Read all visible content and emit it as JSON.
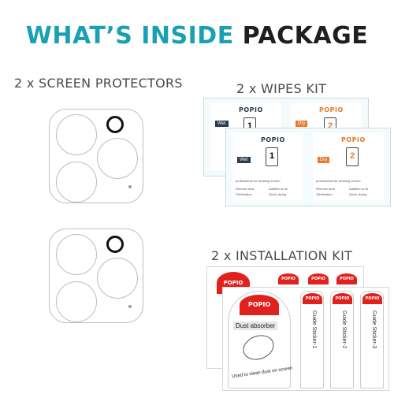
{
  "headline": {
    "part1": "WHAT’S INSIDE",
    "part2": "PACKAGE"
  },
  "sections": {
    "screen_protectors": "2 x SCREEN PROTECTORS",
    "wipes_kit": "2 x WIPES KIT",
    "installation_kit": "2 x INSTALLATION KIT"
  },
  "wipes": {
    "brand": "POPIO",
    "wet_label": "Wet",
    "dry_label": "Dry",
    "step1": "1",
    "step2": "2",
    "caption": "professional for cleaning screen",
    "bullets": [
      "Remove dust",
      "Sterilization",
      "Addition to oil",
      "Quick drying"
    ]
  },
  "installation": {
    "brand": "POPIO",
    "dust_absorber": "Dust absorber",
    "dust_caption": "Used to clean dust on screen",
    "guide1": "Guide Sticker-1",
    "guide2": "Guide Sticker-2",
    "guide3": "Guide Sticker-3"
  },
  "colors": {
    "teal": "#1aa0b3",
    "dark": "#1f1f1f",
    "wet_blue": "#2a3b4c",
    "dry_orange": "#e8792b",
    "red": "#e0221f"
  }
}
